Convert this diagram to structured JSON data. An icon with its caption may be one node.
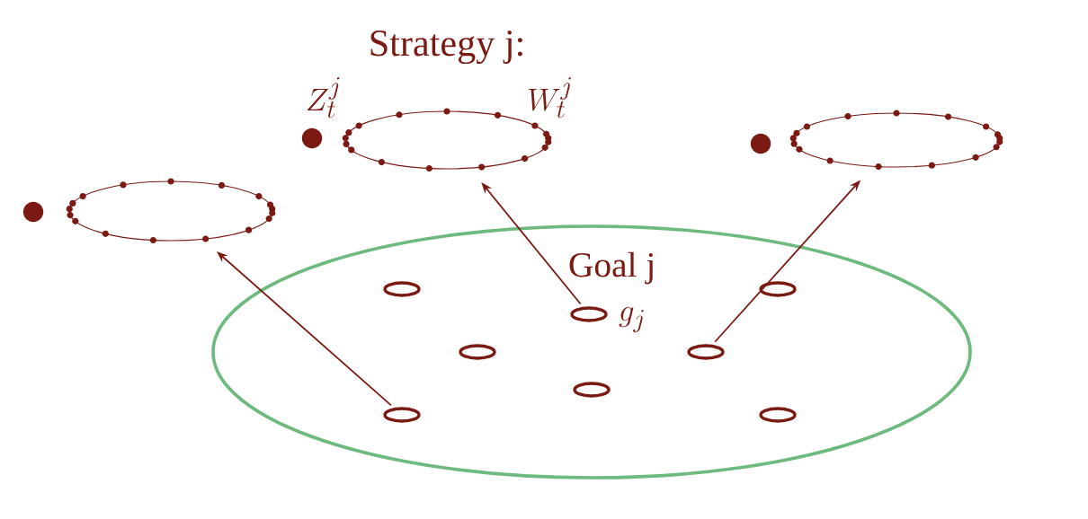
{
  "diagram": {
    "nodes": [
      {
        "text": [
          "Strategy j:"
        ],
        "beside": [
          "Z_t^j",
          "W_t^j"
        ]
      },
      {
        "text": [],
        "shape": "ellipse"
      },
      {
        "text": [],
        "shape": "ellipse"
      },
      {
        "text": [],
        "shape": "ellipse"
      },
      {
        "text": [],
        "shape": "ellipse",
        "in": 3
      },
      {
        "text": [],
        "shape": "ellipse",
        "in": 3
      },
      {
        "text": [
          "Goal j"
        ],
        "beside": [
          "g_j"
        ],
        "in": 3
      },
      {
        "text": [],
        "shape": "ellipse",
        "in": 3
      },
      {
        "text": [],
        "shape": "ellipse",
        "in": 3
      },
      {
        "text": [],
        "shape": "ellipse",
        "in": 3
      },
      {
        "text": [],
        "shape": "ellipse",
        "in": 3
      },
      {
        "text": [],
        "shape": "ellipse",
        "in": 3
      }
    ],
    "edges": [
      {
        "from": 10,
        "to": 2,
        "arrow": "to"
      },
      {
        "from": 6,
        "to": 0,
        "arrow": "to"
      },
      {
        "from": 8,
        "to": 1,
        "arrow": "to"
      }
    ]
  }
}
